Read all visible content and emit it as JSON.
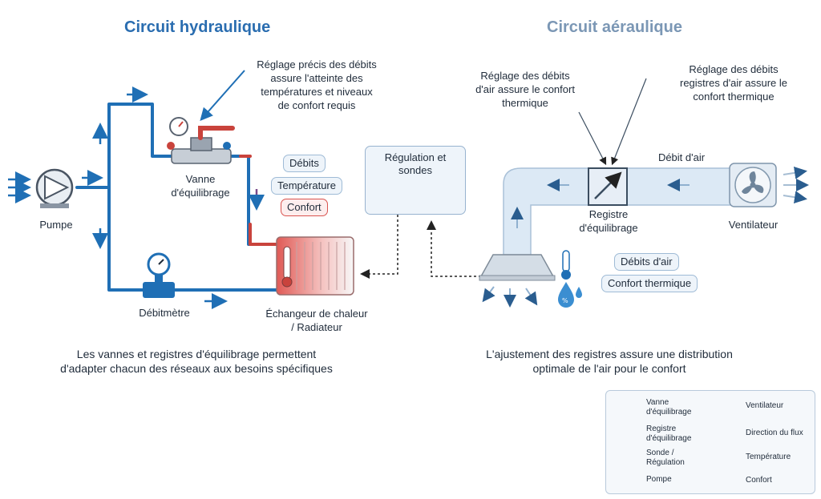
{
  "titles": {
    "hydraulic": "Circuit hydraulique",
    "aeraulic": "Circuit aéraulique"
  },
  "hydraulic": {
    "pump_label": "Pumpe",
    "valve_label_1": "Vanne",
    "valve_label_2": "d'équilibrage",
    "valve_note_1": "Réglage précis des débits",
    "valve_note_2": "assure l'atteinte des",
    "valve_note_3": "températures et niveaux",
    "valve_note_4": "de confort requis",
    "flowmeter_label": "Débitmètre",
    "exchanger_label_1": "Échangeur de chaleur",
    "exchanger_label_2": "/ Radiateur",
    "tags": [
      "Débits",
      "Température",
      "Confort"
    ],
    "caption_1": "Les vannes et registres d'équilibrage permettent",
    "caption_2": "d'adapter chacun des réseaux aux besoins spécifiques"
  },
  "regulation": {
    "title_1": "Régulation et",
    "title_2": "sondes"
  },
  "aeraulic": {
    "note_left_1": "Réglage des débits",
    "note_left_2": "d'air assure le confort",
    "note_left_3": "thermique",
    "note_right_1": "Réglage des débits",
    "note_right_2": "registres d'air assure le",
    "note_right_3": "confort thermique",
    "airflow_label": "Débit d'air",
    "damper_label_1": "Registre",
    "damper_label_2": "d'équilibrage",
    "fan_label": "Ventilateur",
    "tags": [
      "Débits d'air",
      "Confort thermique"
    ],
    "caption_1": "L'ajustement des registres assure une distribution",
    "caption_2": "optimale de l'air pour le confort"
  },
  "legend": {
    "valve_1": "Vanne",
    "valve_2": "d'équilibrage",
    "fan": "Ventilateur",
    "damper_1": "Registre",
    "damper_2": "d'équilibrage",
    "flow": "Direction du flux",
    "sensor_1": "Sonde /",
    "sensor_2": "Régulation",
    "temperature": "Température",
    "pump": "Pompe",
    "comfort": "Confort"
  },
  "colors": {
    "pipe_blue": "#1f6fb5",
    "pipe_red": "#c9433c",
    "duct": "#dce9f5",
    "accent_title": "#2a6db0"
  },
  "icons": [
    "pump-icon",
    "valve-icon",
    "flowmeter-icon",
    "radiator-icon",
    "thermometer-icon",
    "fan-icon",
    "comfort-icon",
    "damper-icon",
    "diffuser-icon",
    "humidity-icon",
    "sensor-icon",
    "arrow-icon"
  ]
}
